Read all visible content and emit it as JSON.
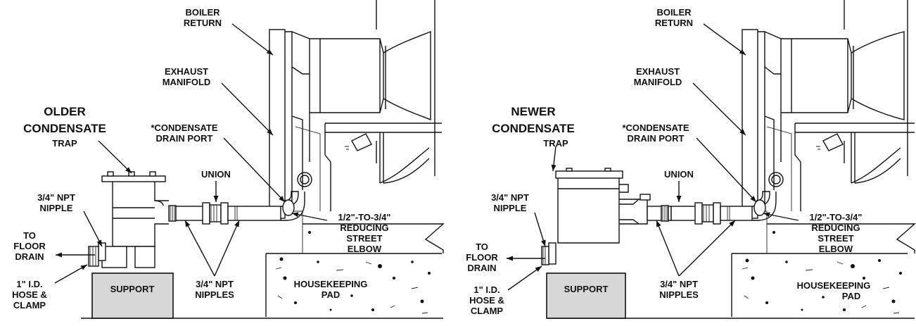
{
  "panels": [
    {
      "id": "older",
      "title_line1": "OLDER",
      "title_line2": "CONDENSATE",
      "title_line3": "TRAP",
      "boiler_return": [
        "BOILER",
        "RETURN"
      ],
      "exhaust_manifold": [
        "EXHAUST",
        "MANIFOLD"
      ],
      "drain_port": [
        "*CONDENSATE",
        "DRAIN PORT"
      ],
      "union": "UNION",
      "nipple": [
        "3/4\" NPT",
        "NIPPLE"
      ],
      "to_floor_drain": [
        "TO",
        "FLOOR",
        "DRAIN"
      ],
      "hose_clamp": [
        "1\" I.D.",
        "HOSE &",
        "CLAMP"
      ],
      "support": "SUPPORT",
      "nipples": [
        "3/4\" NPT",
        "NIPPLES"
      ],
      "elbow": [
        "1/2\"-TO-3/4\"",
        "REDUCING",
        "STREET",
        "ELBOW"
      ],
      "pad": [
        "HOUSEKEEPING",
        "PAD"
      ]
    },
    {
      "id": "newer",
      "title_line1": "NEWER",
      "title_line2": "CONDENSATE",
      "title_line3": "TRAP",
      "boiler_return": [
        "BOILER",
        "RETURN"
      ],
      "exhaust_manifold": [
        "EXHAUST",
        "MANIFOLD"
      ],
      "drain_port": [
        "*CONDENSATE",
        "DRAIN PORT"
      ],
      "union": "UNION",
      "nipple": [
        "3/4\" NPT",
        "NIPPLE"
      ],
      "to_floor_drain": [
        "TO",
        "FLOOR",
        "DRAIN"
      ],
      "hose_clamp": [
        "1\" I.D.",
        "HOSE &",
        "CLAMP"
      ],
      "support": "SUPPORT",
      "nipples": [
        "3/4\" NPT",
        "NIPPLES"
      ],
      "elbow": [
        "1/2\"-TO-3/4\"",
        "REDUCING",
        "STREET",
        "ELBOW"
      ],
      "pad": [
        "HOUSEKEEPING",
        "PAD"
      ]
    }
  ]
}
